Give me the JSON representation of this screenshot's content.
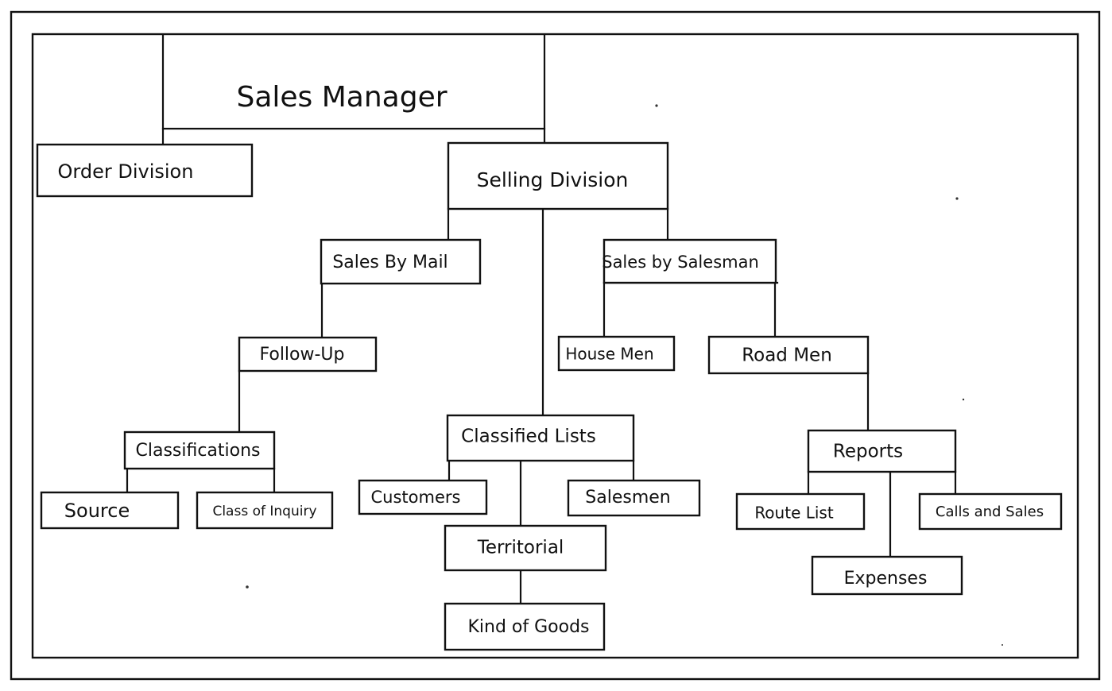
{
  "diagram": {
    "root": "Sales Manager",
    "nodes": {
      "order_division": "Order Division",
      "selling_division": "Selling Division",
      "sales_by_mail": "Sales By Mail",
      "sales_by_salesman": "Sales by Salesman",
      "follow_up": "Follow-Up",
      "house_men": "House Men",
      "road_men": "Road Men",
      "classifications": "Classifications",
      "source": "Source",
      "class_of_inquiry": "Class of Inquiry",
      "classified_lists": "Classified Lists",
      "customers": "Customers",
      "salesmen": "Salesmen",
      "territorial": "Territorial",
      "kind_of_goods": "Kind of Goods",
      "reports": "Reports",
      "route_list": "Route List",
      "calls_and_sales": "Calls and Sales",
      "expenses": "Expenses"
    },
    "edges": [
      [
        "Sales Manager",
        "Order Division"
      ],
      [
        "Sales Manager",
        "Selling Division"
      ],
      [
        "Selling Division",
        "Sales By Mail"
      ],
      [
        "Selling Division",
        "Sales by Salesman"
      ],
      [
        "Selling Division",
        "Classified Lists"
      ],
      [
        "Sales By Mail",
        "Follow-Up"
      ],
      [
        "Follow-Up",
        "Classifications"
      ],
      [
        "Classifications",
        "Source"
      ],
      [
        "Classifications",
        "Class of Inquiry"
      ],
      [
        "Sales by Salesman",
        "House Men"
      ],
      [
        "Sales by Salesman",
        "Road Men"
      ],
      [
        "Road Men",
        "Reports"
      ],
      [
        "Reports",
        "Route List"
      ],
      [
        "Reports",
        "Calls and Sales"
      ],
      [
        "Reports",
        "Expenses"
      ],
      [
        "Classified Lists",
        "Customers"
      ],
      [
        "Classified Lists",
        "Salesmen"
      ],
      [
        "Classified Lists",
        "Territorial"
      ],
      [
        "Territorial",
        "Kind of Goods"
      ]
    ],
    "colors": {
      "ink": "#111111",
      "paper": "#ffffff"
    }
  }
}
